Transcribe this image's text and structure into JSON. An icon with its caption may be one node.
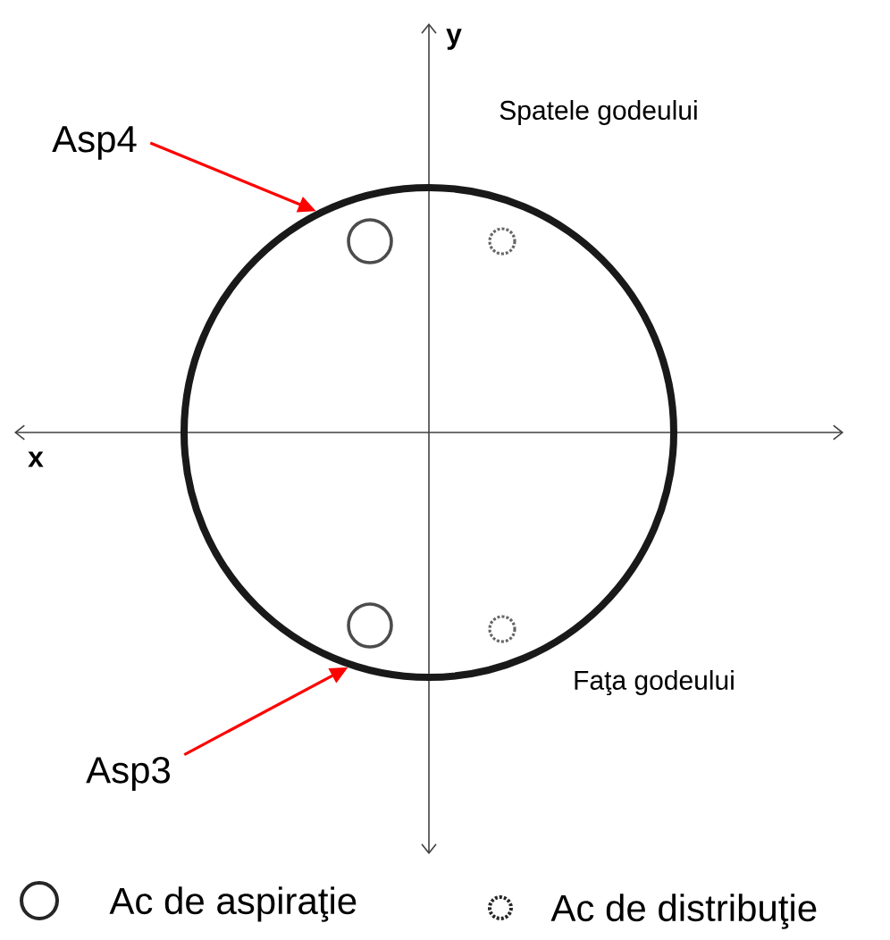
{
  "diagram": {
    "nodes": [
      {
        "text": [
          "Asp4"
        ]
      },
      {
        "text": [
          "Asp3"
        ]
      },
      {
        "text": [],
        "shape": "circle"
      }
    ],
    "edges": [
      {
        "from": 0,
        "to": 2,
        "arrow": "to"
      },
      {
        "from": 1,
        "to": 2,
        "arrow": "to"
      }
    ],
    "labels": [
      "y",
      "Spatele godeului",
      "x",
      "Faţa godeului"
    ],
    "legend": [
      {
        "text": "Ac de aspiraţie"
      },
      {
        "text": "Ac de distribuţie"
      }
    ]
  }
}
